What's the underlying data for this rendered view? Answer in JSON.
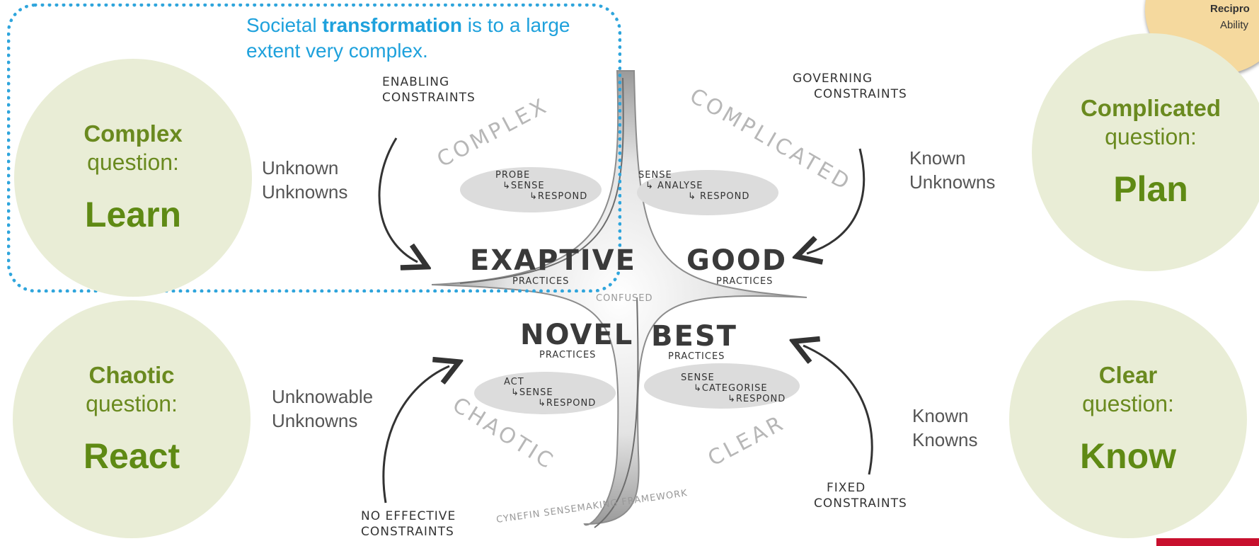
{
  "callout": {
    "prefix": "Societal ",
    "bold": "transformation",
    "suffix": " is to a large extent very complex."
  },
  "circles": {
    "complex": {
      "title": "Complex",
      "sub": "question:",
      "verb": "Learn"
    },
    "chaotic": {
      "title": "Chaotic",
      "sub": "question:",
      "verb": "React"
    },
    "complicated": {
      "title": "Complicated",
      "sub": "question:",
      "verb": "Plan"
    },
    "clear": {
      "title": "Clear",
      "sub": "question:",
      "verb": "Know"
    }
  },
  "knowledge_labels": {
    "unknown_unknowns": [
      "Unknown",
      "Unknowns"
    ],
    "unknowable_unknowns": [
      "Unknowable",
      "Unknowns"
    ],
    "known_unknowns": [
      "Known",
      "Unknowns"
    ],
    "known_knowns": [
      "Known",
      "Knowns"
    ]
  },
  "reciprocity": {
    "title": "Recipro",
    "sub": "Ability"
  },
  "cynefin": {
    "domains": {
      "complex": "COMPLEX",
      "complicated": "COMPLICATED",
      "chaotic": "CHAOTIC",
      "clear": "CLEAR",
      "confused": "CONFUSED"
    },
    "practices": {
      "exaptive": "EXAPTIVE",
      "good": "GOOD",
      "novel": "NOVEL",
      "best": "BEST",
      "label": "PRACTICES"
    },
    "constraints": {
      "enabling": [
        "ENABLING",
        "CONSTRAINTS"
      ],
      "governing": [
        "GOVERNING",
        "CONSTRAINTS"
      ],
      "none": [
        "NO EFFECTIVE",
        "CONSTRAINTS"
      ],
      "fixed": [
        "FIXED",
        "CONSTRAINTS"
      ]
    },
    "steps": {
      "complex": [
        "PROBE",
        "↳SENSE",
        "↳RESPOND"
      ],
      "complicated": [
        "SENSE",
        "↳ ANALYSE",
        "↳ RESPOND"
      ],
      "chaotic": [
        "ACT",
        "↳SENSE",
        "↳RESPOND"
      ],
      "clear": [
        "SENSE",
        "↳CATEGORISE",
        "↳RESPOND"
      ]
    },
    "footer": "CYNEFIN SENSEMAKING FRAMEWORK"
  },
  "colors": {
    "circle_fill": "#e9edd6",
    "circle_text": "#5f8a14",
    "callout_blue": "#1ea1dc",
    "reciprocity_fill": "#f5d99e",
    "accent_red": "#c8102e"
  }
}
